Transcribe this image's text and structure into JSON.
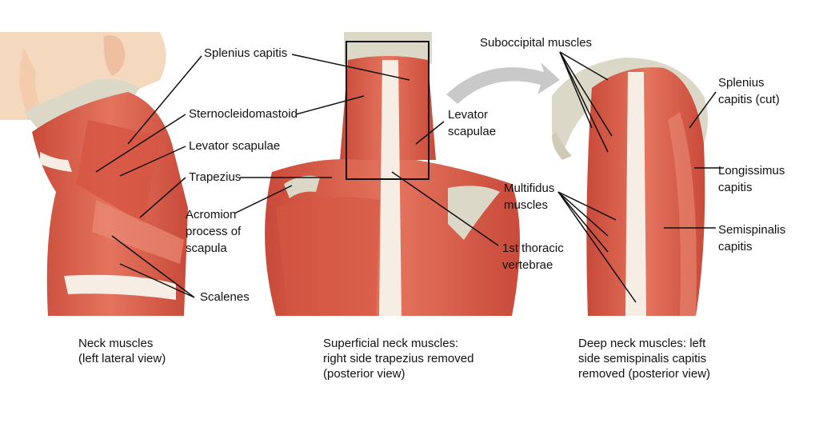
{
  "labels": {
    "splenius_capitis": "Splenius capitis",
    "sternocleidomastoid": "Sternocleidomastoid",
    "levator_scapulae_left": "Levator scapulae",
    "trapezius": "Trapezius",
    "acromion": "Acromion\nprocess of\nscapula",
    "scalenes": "Scalenes",
    "levator_scapulae_mid": "Levator\nscapulae",
    "first_thoracic": "1st thoracic\nvertebrae",
    "suboccipital": "Suboccipital muscles",
    "multifidus": "Multifidus\nmuscles",
    "splenius_cut": "Splenius\ncapitis (cut)",
    "longissimus": "Longissimus\ncapitis",
    "semispinalis": "Semispinalis\ncapitis"
  },
  "captions": {
    "lateral": "Neck muscles\n(left lateral view)",
    "superficial": "Superficial neck muscles:\nright side trapezius removed\n(posterior view)",
    "deep": "Deep neck muscles: left\nside semispinalis capitis\nremoved (posterior view)"
  },
  "colors": {
    "muscle": "#d9604d",
    "muscle_light": "#ea8a75",
    "tendon": "#f6ede4",
    "bone": "#dcd8c7",
    "skin": "#f5d9bf",
    "arrow": "#c9c9c9"
  }
}
